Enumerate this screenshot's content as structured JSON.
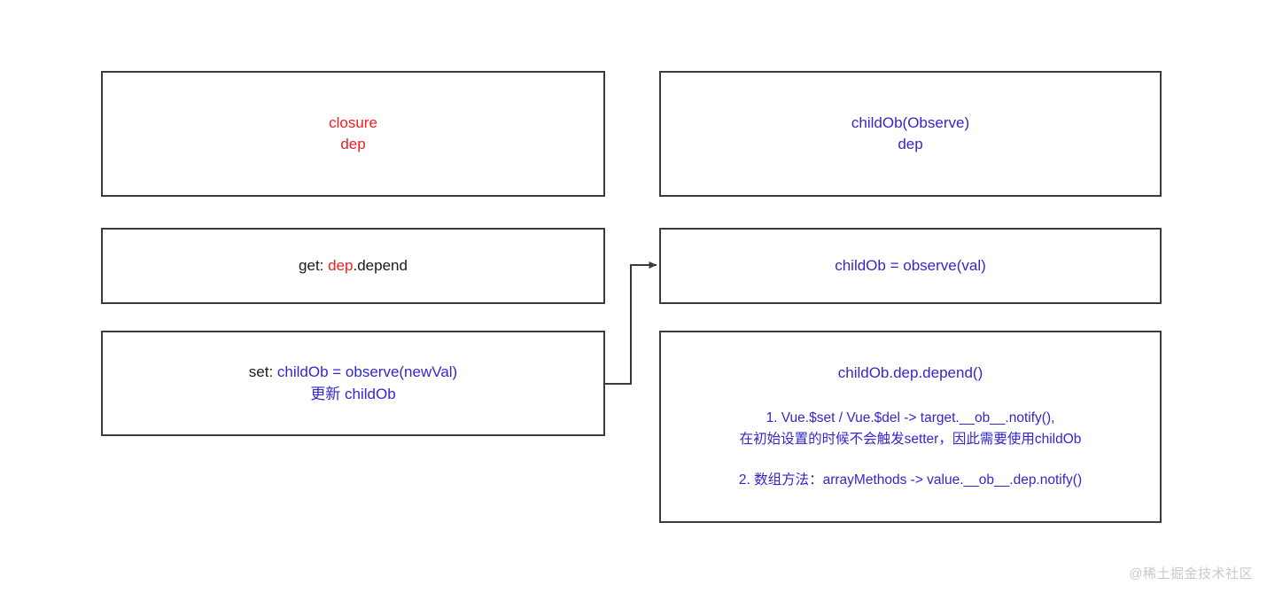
{
  "diagram": {
    "title_note": "Vue reactivity defineReactive dependency diagram",
    "colors": {
      "red": "#ee2020",
      "blue": "#3327cc",
      "black": "#1a1a1a",
      "box_border": "#3b3b3b",
      "background": "#ffffff",
      "watermark": "#c9c9c9"
    },
    "boxes": {
      "closure_dep": {
        "line1": "closure",
        "line2": "dep"
      },
      "child_observer": {
        "line1": "childOb(Observe)",
        "line2": "dep"
      },
      "getter": {
        "prefix": "get: ",
        "highlight": "dep",
        "suffix": ".depend"
      },
      "child_assign": {
        "text": "childOb = observe(val)"
      },
      "setter": {
        "prefix": "set: ",
        "line1": "childOb = observe(newVal)",
        "line2": "更新 childOb"
      },
      "child_depend": {
        "headline": "childOb.dep.depend()",
        "note1_line1": "1. Vue.$set / Vue.$del -> target.__ob__.notify(),",
        "note1_line2": "在初始设置的时候不会触发setter，因此需要使用childOb",
        "note2": "2. 数组方法：arrayMethods -> value.__ob__.dep.notify()"
      }
    },
    "connector": {
      "from": "setter-box-right-edge",
      "to": "child-assign-box-left-edge",
      "style": "orthogonal-arrow"
    },
    "watermark": "@稀土掘金技术社区"
  }
}
